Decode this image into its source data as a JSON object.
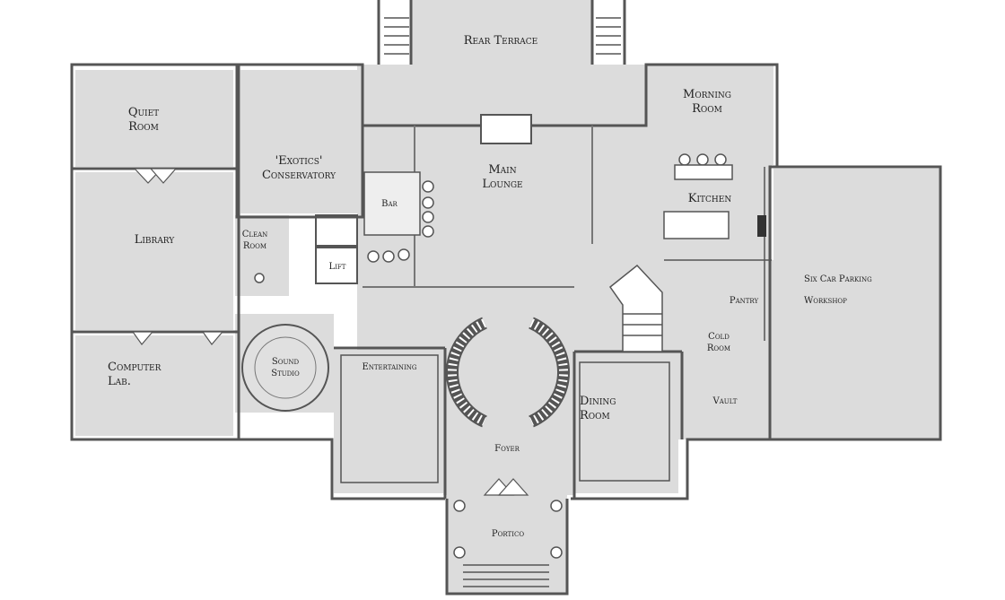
{
  "plan": {
    "rooms": [
      {
        "id": "rear-terrace",
        "label": "Rear Terrace"
      },
      {
        "id": "quiet-room",
        "label": "Quiet Room",
        "lines": [
          "Quiet",
          "Room"
        ]
      },
      {
        "id": "exotics-conservatory",
        "label": "'Exotics' Conservatory",
        "lines": [
          "'Exotics'",
          "Conservatory"
        ]
      },
      {
        "id": "bar",
        "label": "Bar"
      },
      {
        "id": "main-lounge",
        "label": "Main Lounge",
        "lines": [
          "Main",
          "Lounge"
        ]
      },
      {
        "id": "morning-room",
        "label": "Morning Room",
        "lines": [
          "Morning",
          "Room"
        ]
      },
      {
        "id": "kitchen",
        "label": "Kitchen"
      },
      {
        "id": "library",
        "label": "Library"
      },
      {
        "id": "clean-room",
        "label": "Clean Room",
        "lines": [
          "Clean",
          "Room"
        ]
      },
      {
        "id": "lift",
        "label": "Lift"
      },
      {
        "id": "six-car-parking",
        "label": "Six Car Parking Workshop",
        "lines": [
          "Six Car Parking",
          "Workshop"
        ]
      },
      {
        "id": "pantry",
        "label": "Pantry"
      },
      {
        "id": "cold-room",
        "label": "Cold Room",
        "lines": [
          "Cold",
          "Room"
        ]
      },
      {
        "id": "vault",
        "label": "Vault"
      },
      {
        "id": "computer-lab",
        "label": "Computer Lab.",
        "lines": [
          "Computer",
          "Lab."
        ]
      },
      {
        "id": "sound-studio",
        "label": "Sound Studio",
        "lines": [
          "Sound",
          "Studio"
        ]
      },
      {
        "id": "entertaining",
        "label": "Entertaining"
      },
      {
        "id": "foyer",
        "label": "Foyer"
      },
      {
        "id": "dining-room",
        "label": "Dining Room",
        "lines": [
          "Dining",
          "Room"
        ]
      },
      {
        "id": "portico",
        "label": "Portico"
      }
    ]
  },
  "colors": {
    "floor": "#dcdcdc",
    "wall": "#555555",
    "background": "#ffffff",
    "text": "#222222"
  }
}
